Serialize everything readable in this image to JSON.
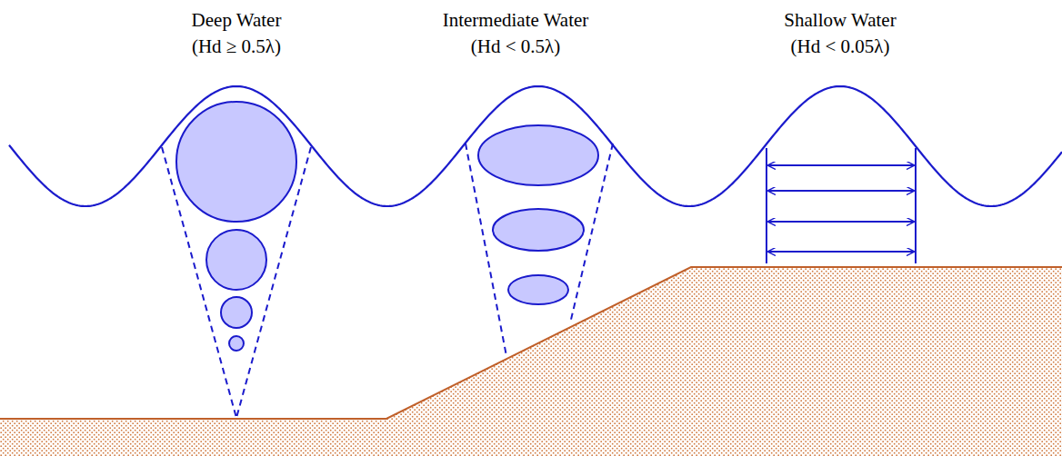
{
  "diagram": {
    "labels": [
      "Deep Water",
      "(Hd ≥ 0.5λ)",
      "Intermediate Water",
      "(Hd < 0.5λ)",
      "Shallow Water",
      "(Hd < 0.05λ)"
    ]
  }
}
